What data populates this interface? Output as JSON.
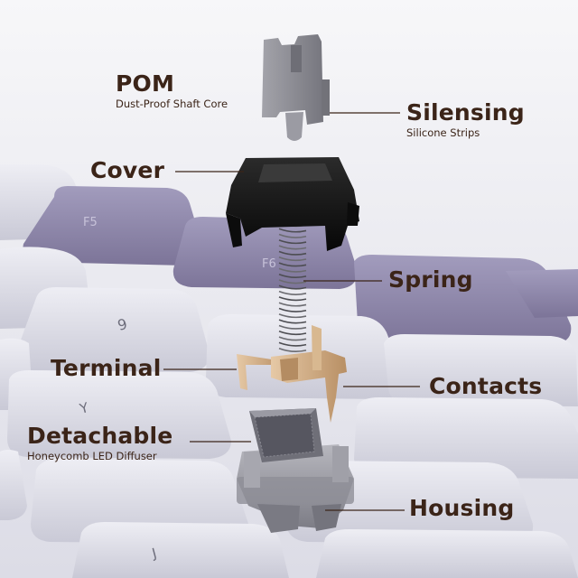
{
  "labels": {
    "pom": {
      "title": "POM",
      "subtitle": "Dust-Proof Shaft Core"
    },
    "silensing": {
      "title": "Silensing",
      "subtitle": "Silicone Strips"
    },
    "cover": {
      "title": "Cover"
    },
    "spring": {
      "title": "Spring"
    },
    "terminal": {
      "title": "Terminal"
    },
    "contacts": {
      "title": "Contacts"
    },
    "detachable": {
      "title": "Detachable",
      "subtitle": "Honeycomb LED Diffuser"
    },
    "housing": {
      "title": "Housing"
    }
  },
  "keycap_legends": [
    "F5",
    "F6",
    "9",
    "Y",
    "J"
  ],
  "colors": {
    "label_text": "#3b2418",
    "leader_line": "#3b2418",
    "keycap_white": "#e4e4ec",
    "keycap_purple": "#8f88ab",
    "switch_cover": "#141414",
    "switch_housing": "#9a9aa2",
    "stem": "#8b8b92",
    "contact_metal": "#caa27a"
  }
}
